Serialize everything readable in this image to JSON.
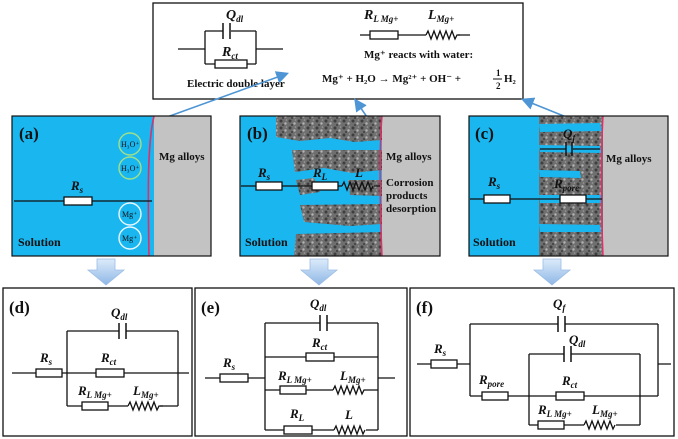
{
  "top_box": {
    "q_dl": {
      "sym": "Q",
      "sub": "dl"
    },
    "r_ct": {
      "sym": "R",
      "sub": "ct"
    },
    "edl_label": "Electric double layer",
    "r_l_mg": {
      "sym": "R",
      "sub": "L Mg+"
    },
    "l_mg": {
      "sym": "L",
      "sub": "Mg+"
    },
    "reaction_title": "Mg⁺ reacts with water:",
    "eq_lhs": "Mg⁺ + H₂O → Mg²⁺ + OH⁻ + ",
    "eq_frac_num": "1",
    "eq_frac_den": "2",
    "eq_rhs": "H₂"
  },
  "panel_a": {
    "tag": "(a)",
    "ion1": "H₃O⁺",
    "ion2": "H₃O⁺",
    "ion3": "Mg⁺",
    "ion4": "Mg⁺",
    "rs": {
      "sym": "R",
      "sub": "s"
    },
    "metal": "Mg alloys",
    "solution": "Solution"
  },
  "panel_b": {
    "tag": "(b)",
    "rs": {
      "sym": "R",
      "sub": "s"
    },
    "rl": {
      "sym": "R",
      "sub": "L"
    },
    "l": "L",
    "metal": "Mg alloys",
    "product1": "Corrosion",
    "product2": "products",
    "product3": "desorption",
    "solution": "Solution"
  },
  "panel_c": {
    "tag": "(c)",
    "qf": {
      "sym": "Q",
      "sub": "f"
    },
    "rs": {
      "sym": "R",
      "sub": "s"
    },
    "rpore": {
      "sym": "R",
      "sub": "pore"
    },
    "metal": "Mg alloys",
    "solution": "Solution"
  },
  "panel_d": {
    "tag": "(d)",
    "rs": {
      "sym": "R",
      "sub": "s"
    },
    "qdl": {
      "sym": "Q",
      "sub": "dl"
    },
    "rct": {
      "sym": "R",
      "sub": "ct"
    },
    "rlmg": {
      "sym": "R",
      "sub": "L Mg+"
    },
    "lmg": {
      "sym": "L",
      "sub": "Mg+"
    }
  },
  "panel_e": {
    "tag": "(e)",
    "rs": {
      "sym": "R",
      "sub": "s"
    },
    "qdl": {
      "sym": "Q",
      "sub": "dl"
    },
    "rct": {
      "sym": "R",
      "sub": "ct"
    },
    "rlmg": {
      "sym": "R",
      "sub": "L Mg+"
    },
    "lmg": {
      "sym": "L",
      "sub": "Mg+"
    },
    "rl": {
      "sym": "R",
      "sub": "L"
    },
    "l": "L"
  },
  "panel_f": {
    "tag": "(f)",
    "rs": {
      "sym": "R",
      "sub": "s"
    },
    "qf": {
      "sym": "Q",
      "sub": "f"
    },
    "qdl": {
      "sym": "Q",
      "sub": "dl"
    },
    "rpore": {
      "sym": "R",
      "sub": "pore"
    },
    "rct": {
      "sym": "R",
      "sub": "ct"
    },
    "rlmg": {
      "sym": "R",
      "sub": "L Mg+"
    },
    "lmg": {
      "sym": "L",
      "sub": "Mg+"
    }
  },
  "colors": {
    "solution": "#1ab6f0",
    "metal": "#c3c3c3",
    "interface": "#e0306a",
    "ion_ring": "#9fe08a",
    "arrow": "#a9c9ec",
    "pointer": "#4d95d4"
  }
}
